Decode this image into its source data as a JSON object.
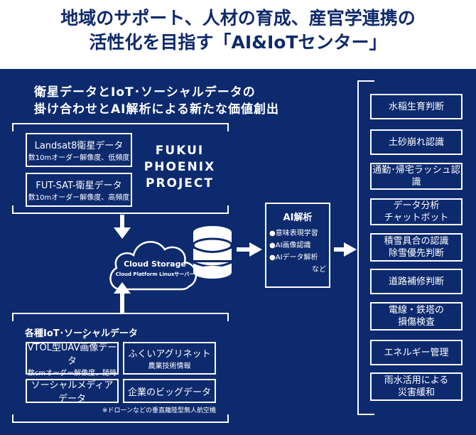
{
  "header": {
    "line1": "地域のサポート、人材の育成、産官学連携の",
    "line2": "活性化を目指す「AI&IoTセンター」"
  },
  "subtitle": {
    "line1": "衛星データとIoT･ソーシャルデータの",
    "line2": "掛け合わせとAI解析による新たな価値創出"
  },
  "satellite": {
    "boxes": [
      {
        "title": "Landsat8衛星データ",
        "desc": "数10mオーダー解像度、低頻度"
      },
      {
        "title": "FUT-SAT-衛星データ",
        "desc": "数10mオーダー解像度、高頻度"
      }
    ],
    "project": [
      "FUKUI",
      "PHOENIX",
      "PROJECT"
    ]
  },
  "cloud": {
    "title": "Cloud Storage",
    "subtitle": "Cloud Platform Linuxサーバー",
    "icon": "database-icon"
  },
  "ai": {
    "title": "AI解析",
    "items": [
      "●意味表現学習",
      "●AI画像認識",
      "●AIデータ解析"
    ],
    "etc": "など"
  },
  "iot": {
    "heading": "各種IoT･ソーシャルデータ",
    "boxes": [
      {
        "title": "VTOL型UAV画像データ",
        "mark": "※",
        "desc": "数cmオーダー解像度、随時"
      },
      {
        "title": "ふくいアグリネット",
        "desc": "農業技術情報"
      },
      {
        "title": "ソーシャルメディアデータ"
      },
      {
        "title": "企業のビッグデータ"
      }
    ],
    "footnote": "※ドローンなどの垂直離陸型無人航空機"
  },
  "results": [
    [
      "水稲生育判断"
    ],
    [
      "土砂崩れ認識"
    ],
    [
      "通勤･帰宅ラッシュ認識"
    ],
    [
      "データ分析",
      "チャットボット"
    ],
    [
      "積雪具合の認識",
      "除雪優先判断"
    ],
    [
      "道路補修判断"
    ],
    [
      "電線・鉄塔の",
      "損傷検査"
    ],
    [
      "エネルギー管理"
    ],
    [
      "雨水活用による",
      "災害緩和"
    ]
  ],
  "colors": {
    "navy": "#0d2a6e",
    "title": "#0f2a6b",
    "white": "#ffffff"
  }
}
